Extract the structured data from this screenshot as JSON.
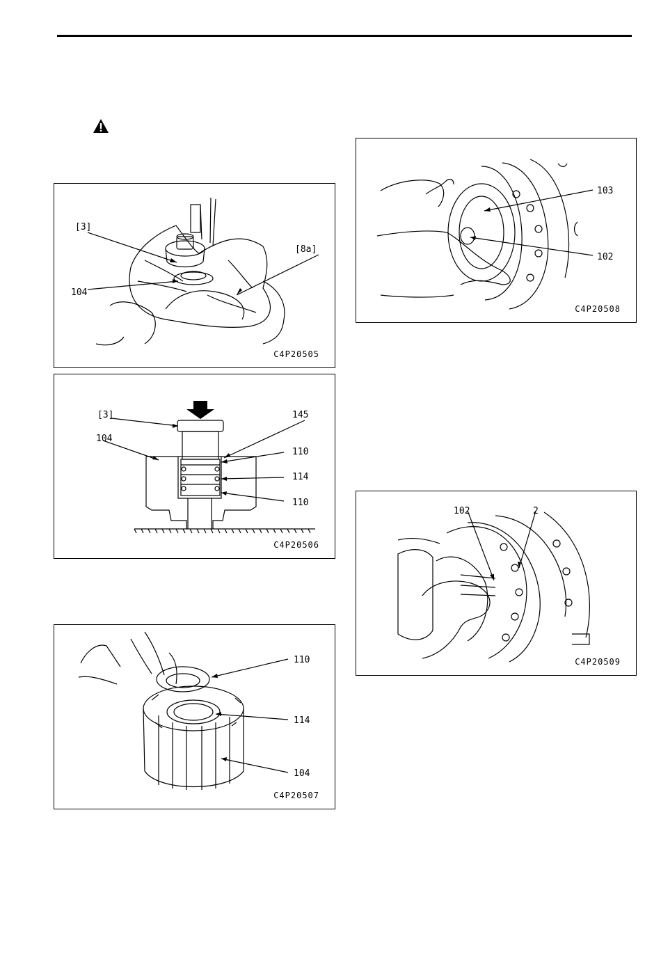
{
  "figures": [
    {
      "id": "C4P20505",
      "code": "C4P20505",
      "labels": [
        "[3]",
        "[8a]",
        "104"
      ]
    },
    {
      "id": "C4P20506",
      "code": "C4P20506",
      "labels": [
        "[3]",
        "104",
        "145",
        "110",
        "114",
        "110"
      ]
    },
    {
      "id": "C4P20507",
      "code": "C4P20507",
      "labels": [
        "110",
        "114",
        "104"
      ]
    },
    {
      "id": "C4P20508",
      "code": "C4P20508",
      "labels": [
        "103",
        "102"
      ]
    },
    {
      "id": "C4P20509",
      "code": "C4P20509",
      "labels": [
        "102",
        "2"
      ]
    }
  ]
}
